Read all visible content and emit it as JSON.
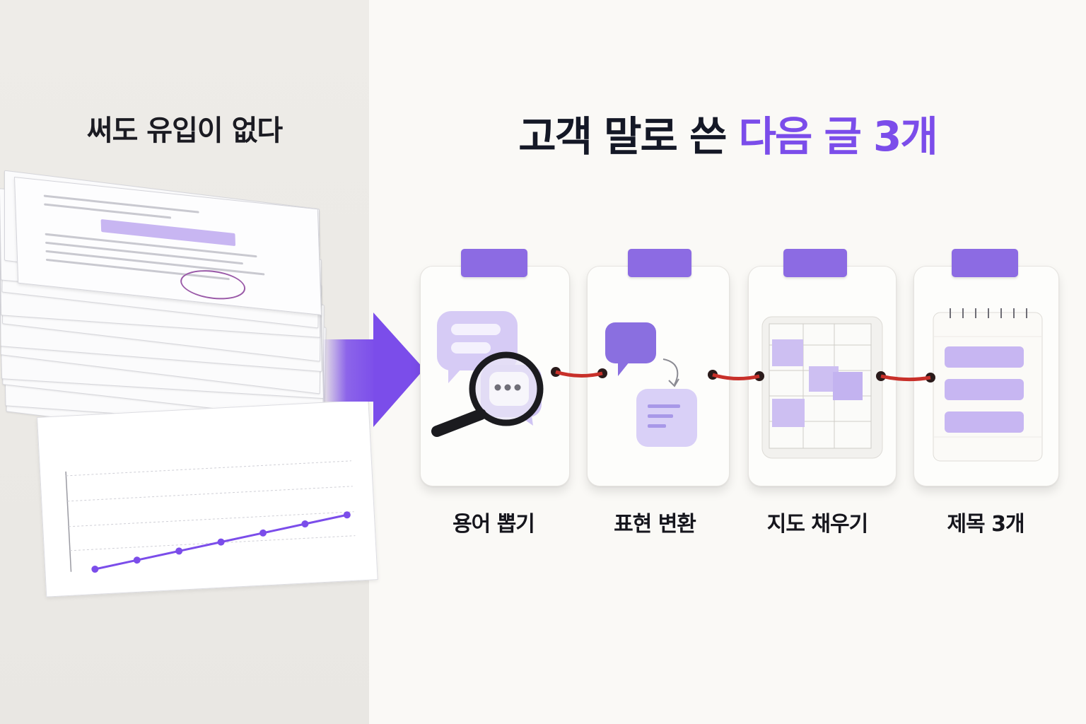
{
  "left": {
    "title": "써도 유입이 없다"
  },
  "right": {
    "title_main": "고객 말로 쓴 ",
    "title_highlight": "다음 글 3개"
  },
  "steps": [
    {
      "label": "용어 뽑기",
      "icon": "magnifier-chat-icon"
    },
    {
      "label": "표현 변환",
      "icon": "chat-convert-icon"
    },
    {
      "label": "지도 채우기",
      "icon": "grid-map-icon"
    },
    {
      "label": "제목 3개",
      "icon": "notepad-list-icon"
    }
  ],
  "colors": {
    "accent": "#7b4dea",
    "tab": "#8c6be3",
    "light_purple": "#cdbff2",
    "connector": "#c8302a"
  },
  "mini_chart": {
    "type": "line",
    "values": [
      1,
      2,
      3,
      4,
      5,
      6,
      7
    ]
  }
}
